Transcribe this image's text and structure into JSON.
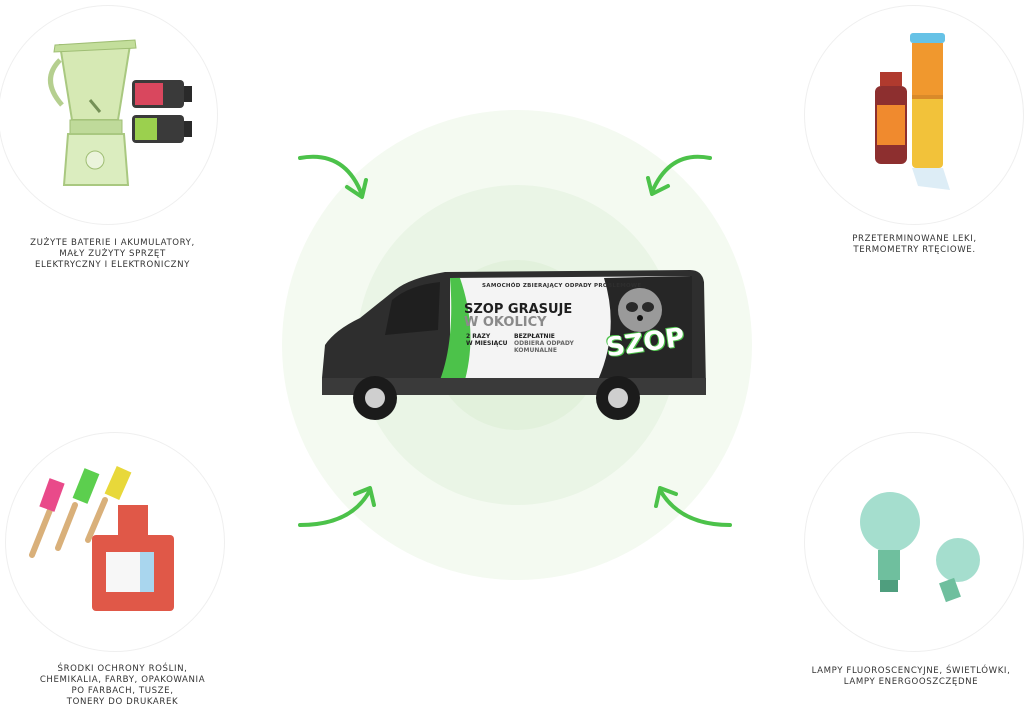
{
  "van": {
    "top_strip": "SAMOCHÓD ZBIERAJĄCY ODPADY PROBLEMOWE",
    "headline_1": "SZOP GRASUJE",
    "headline_2": "W OKOLICY",
    "freq_1": "2 RAZY",
    "freq_2": "W MIESIĄCU",
    "free_1": "BEZPŁATNIE",
    "free_2": "ODBIERA ODPADY",
    "free_3": "KOMUNALNE",
    "logo": "SZOP"
  },
  "categories": [
    {
      "lines": [
        "ZUŻYTE BATERIE I AKUMULATORY,",
        "MAŁY ZUŻYTY SPRZĘT",
        "ELEKTRYCZNY I ELEKTRONICZNY"
      ]
    },
    {
      "lines": [
        "PRZETERMINOWANE LEKI,",
        "TERMOMETRY RTĘCIOWE."
      ]
    },
    {
      "lines": [
        "ŚRODKI OCHRONY ROŚLIN,",
        "CHEMIKALIA, FARBY, OPAKOWANIA",
        "PO FARBACH, TUSZE,",
        "TONERY DO DRUKAREK"
      ]
    },
    {
      "lines": [
        "LAMPY FLUOROSCENCYJNE, ŚWIETLÓWKI,",
        "LAMPY ENERGOOSZCZĘDNE"
      ]
    }
  ],
  "colors": {
    "accent": "#4cc24a",
    "van_dark": "#2e2e2e",
    "halo": "#eaf5e6"
  },
  "icons": [
    "blender-icon",
    "battery-icon",
    "medicine-bottle-icon",
    "thermometer-icon",
    "paint-brush-icon",
    "paint-bottle-icon",
    "light-bulb-icon",
    "arrow-icon"
  ]
}
